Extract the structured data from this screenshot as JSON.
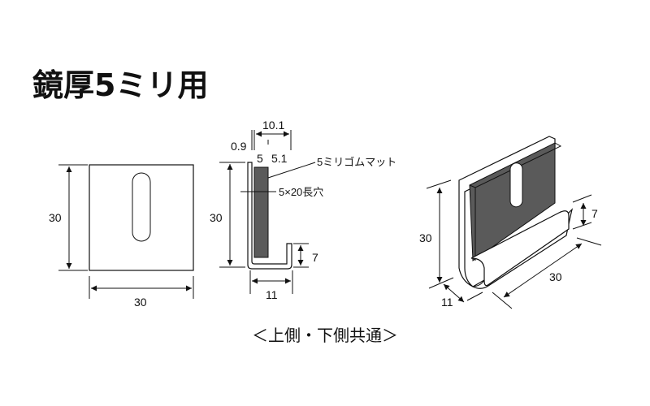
{
  "title": "鏡厚5ミリ用",
  "front_view": {
    "height_label": "30",
    "width_label": "30"
  },
  "side_view": {
    "height_label": "30",
    "top_dim": "10.1",
    "plate_thickness": "0.9",
    "mat_thickness": "5",
    "gap": "5.1",
    "mat_label": "5ミリゴムマット",
    "slot_label": "5×20長穴",
    "lip_height": "7",
    "depth": "11"
  },
  "iso_view": {
    "height_label": "30",
    "lip_label": "7",
    "length_label": "30",
    "depth_label": "11"
  },
  "caption": "＜上側・下側共通＞",
  "colors": {
    "rubber": "#5a5a5a",
    "line": "#111111"
  }
}
